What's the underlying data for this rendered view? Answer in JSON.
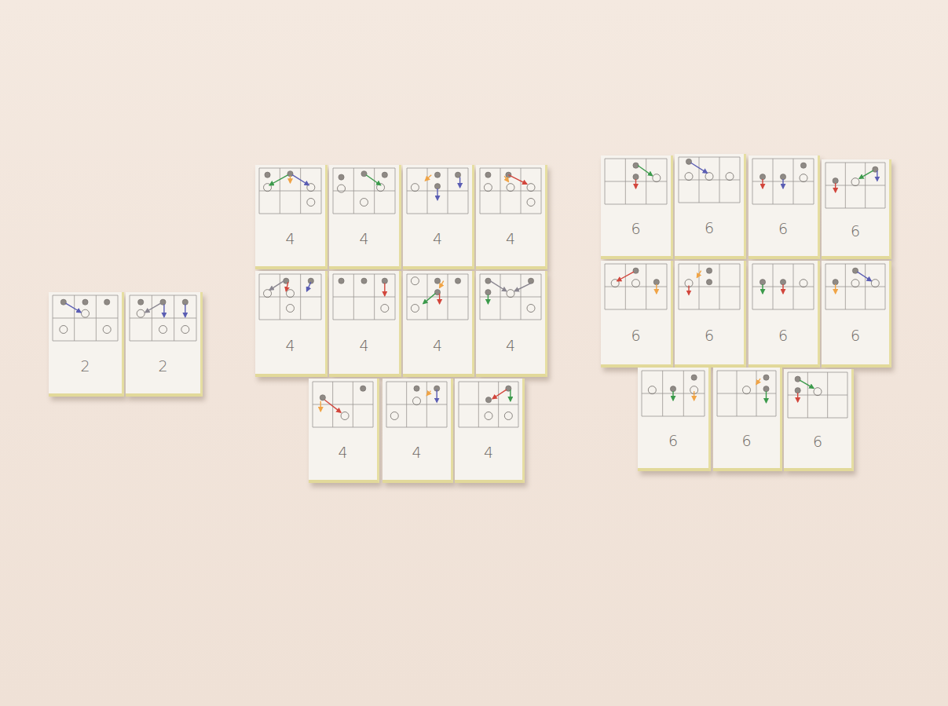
{
  "diagram": {
    "nodes": [
      {
        "text": [
          "2"
        ]
      },
      {
        "text": [
          "2"
        ]
      },
      {
        "text": [
          "4"
        ]
      },
      {
        "text": [
          "4"
        ]
      },
      {
        "text": [
          "4"
        ]
      },
      {
        "text": [
          "4"
        ]
      },
      {
        "text": [
          "4"
        ]
      },
      {
        "text": [
          "4"
        ]
      },
      {
        "text": [
          "4"
        ]
      },
      {
        "text": [
          "4"
        ]
      },
      {
        "text": [
          "4"
        ]
      },
      {
        "text": [
          "4"
        ]
      },
      {
        "text": [
          "4"
        ]
      },
      {
        "text": [
          "6"
        ]
      },
      {
        "text": [
          "6"
        ]
      },
      {
        "text": [
          "6"
        ]
      },
      {
        "text": [
          "6"
        ]
      },
      {
        "text": [
          "6"
        ]
      },
      {
        "text": [
          "6"
        ]
      },
      {
        "text": [
          "6"
        ]
      },
      {
        "text": [
          "6"
        ]
      },
      {
        "text": [
          "6"
        ]
      },
      {
        "text": [
          "6"
        ]
      },
      {
        "text": [
          "6"
        ]
      }
    ]
  }
}
